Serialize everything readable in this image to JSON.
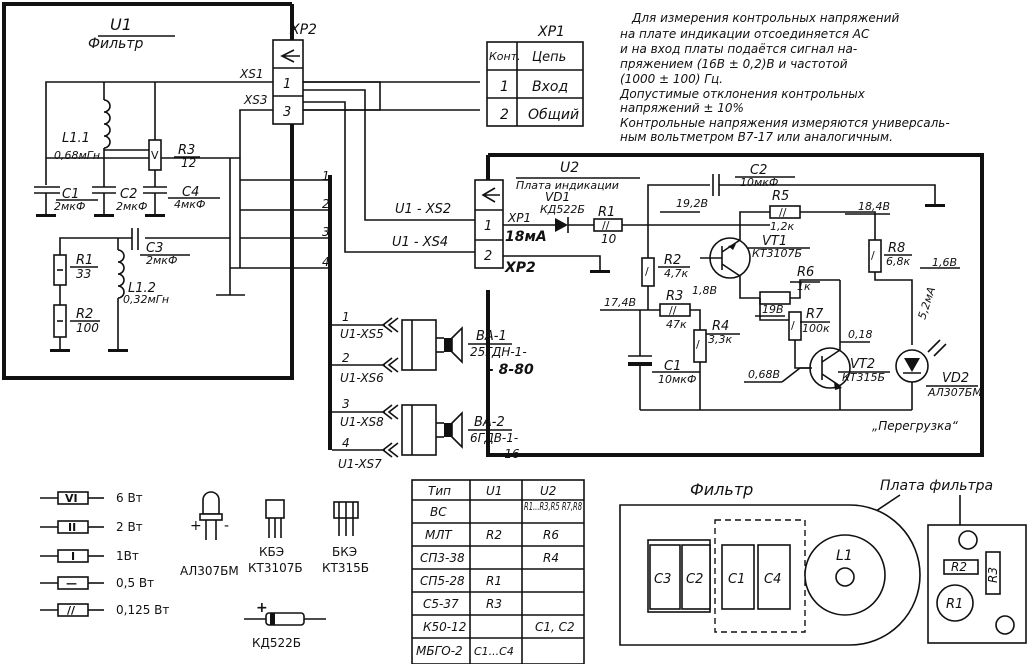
{
  "u1": {
    "title": "U1",
    "subtitle": "Фильтр"
  },
  "xp2": {
    "label": "XP2",
    "pin1": "1",
    "pin3": "3",
    "xs1": "XS1",
    "xs3": "XS3"
  },
  "xp1_table": {
    "title": "XP1",
    "col1": "Конт.",
    "col2": "Цепь",
    "rows": [
      {
        "n": "1",
        "name": "Вход"
      },
      {
        "n": "2",
        "name": "Общий"
      }
    ]
  },
  "note": {
    "lines": [
      "Для измерения контрольных напряжений",
      "на плате индикации отсоединяется АС",
      "и на вход платы подаётся сигнал на-",
      "пряжением (16В ± 0,2)В и частотой",
      "(1000 ± 100) Гц.",
      "Допустимые отклонения контрольных",
      "напряжений ± 10%",
      "Контрольные напряжения измеряются универсаль-",
      "ным вольтметром В7-17 или аналогичным."
    ]
  },
  "u1_parts": {
    "l11": "L1.1",
    "l11v": "0,68мГн",
    "r3": "R3",
    "r3v": "12",
    "c1": "C1",
    "c1v": "2мкФ",
    "c2": "C2",
    "c2v": "2мкФ",
    "c4": "C4",
    "c4v": "4мкФ",
    "c3": "C3",
    "c3v": "2мкФ",
    "r1": "R1",
    "r1v": "33",
    "l12": "L1.2",
    "l12v": "0,32мГн",
    "r2": "R2",
    "r2v": "100"
  },
  "wires": {
    "w1": "1",
    "w2": "2",
    "w3": "3",
    "w4": "4",
    "xs2": "U1 - XS2",
    "xs4": "U1 - XS4"
  },
  "u2": {
    "title": "U2",
    "subtitle": "Плата индикации",
    "xp1": "XP1",
    "xp2": "XP2",
    "pin1": "1",
    "pin2": "2",
    "ma": "18мА"
  },
  "u2_parts": {
    "vd1": "VD1",
    "vd1v": "КД522Б",
    "r1": "R1",
    "r1v": "10",
    "c2": "C2",
    "c2v": "10мкФ",
    "r5": "R5",
    "r5v": "1,2к",
    "v192": "19,2В",
    "v184": "18,4В",
    "r2": "R2",
    "r2v": "4,7к",
    "vt1": "VT1",
    "vt1v": "КТ3107Б",
    "r8": "R8",
    "r8v": "6,8к",
    "v16": "1,6В",
    "r6": "R6",
    "r6v": "1к",
    "v174": "17,4В",
    "r3": "R3",
    "r3v": "47к",
    "v18": "1,8В",
    "v198": "19В",
    "r7": "R7",
    "r7v": "100к",
    "v52": "5,2мА",
    "r4": "R4",
    "r4v": "3,3к",
    "v018": "0,18",
    "c1": "C1",
    "c1v": "10мкФ",
    "v068": "0,68В",
    "vt2": "VT2",
    "vt2v": "КТ315Б",
    "vd2": "VD2",
    "vd2v": "АЛ307БМ",
    "overload": "„Перегрузка“"
  },
  "speakers": {
    "ba1": "BA-1",
    "ba1v": "25ГДН-1-",
    "ba1v2": "- 8-80",
    "ba2": "BA-2",
    "ba2v": "6ГДВ-1-",
    "ba2v2": "-16",
    "n1": "1",
    "xs5": "U1-XS5",
    "n2": "2",
    "xs6": "U1-XS6",
    "n3": "3",
    "xs8": "U1-XS8",
    "n4": "4",
    "xs7": "U1-XS7"
  },
  "legend": {
    "items": [
      {
        "mark": "VI",
        "label": "6 Вт"
      },
      {
        "mark": "II",
        "label": "2 Вт"
      },
      {
        "mark": "I",
        "label": "1Вт"
      },
      {
        "mark": "—",
        "label": "0,5 Вт"
      },
      {
        "mark": "//",
        "label": "0,125 Вт"
      }
    ]
  },
  "pinouts": {
    "led": "АЛ307БМ",
    "kt3107_pins": "КБЭ",
    "kt3107": "КТ3107Б",
    "kt315_pins": "БКЭ",
    "kt315": "КТ315Б",
    "kd522": "КД522Б"
  },
  "parts_table": {
    "headers": [
      "Тип",
      "U1",
      "U2"
    ],
    "rows": [
      [
        "ВС",
        "",
        "R1...R3,R5 R7,R8"
      ],
      [
        "МЛТ",
        "R2",
        "R6"
      ],
      [
        "СП3-38",
        "",
        "R4"
      ],
      [
        "СП5-28",
        "R1",
        ""
      ],
      [
        "С5-37",
        "R3",
        ""
      ],
      [
        "К50-12",
        "",
        "C1, C2"
      ],
      [
        "МБГО-2",
        "C1...C4",
        ""
      ]
    ]
  },
  "layout_draw": {
    "title": "Фильтр",
    "board": "Плата фильтра",
    "c3": "C3",
    "c2": "C2",
    "c1": "C1",
    "c4": "C4",
    "l1": "L1",
    "r2": "R2",
    "r3": "R3",
    "r1": "R1"
  }
}
